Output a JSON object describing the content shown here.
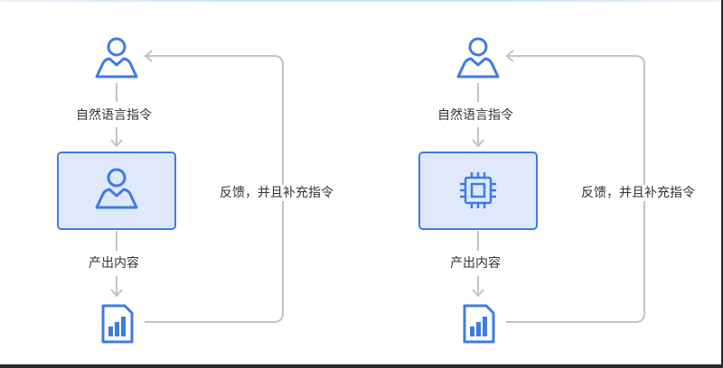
{
  "colors": {
    "accent": "#3f7be4",
    "box_fill": "#dfe9fb",
    "connector": "#c3c3c3",
    "text": "#333333"
  },
  "panels": [
    {
      "top_icon": "user-icon",
      "center_icon": "user-icon",
      "bottom_icon": "document-chart-icon",
      "step1_label": "自然语言指令",
      "step2_label": "产出内容",
      "feedback_label": "反馈，并且补充指令"
    },
    {
      "top_icon": "user-icon",
      "center_icon": "cpu-chip-icon",
      "bottom_icon": "document-chart-icon",
      "step1_label": "自然语言指令",
      "step2_label": "产出内容",
      "feedback_label": "反馈，并且补充指令"
    }
  ]
}
